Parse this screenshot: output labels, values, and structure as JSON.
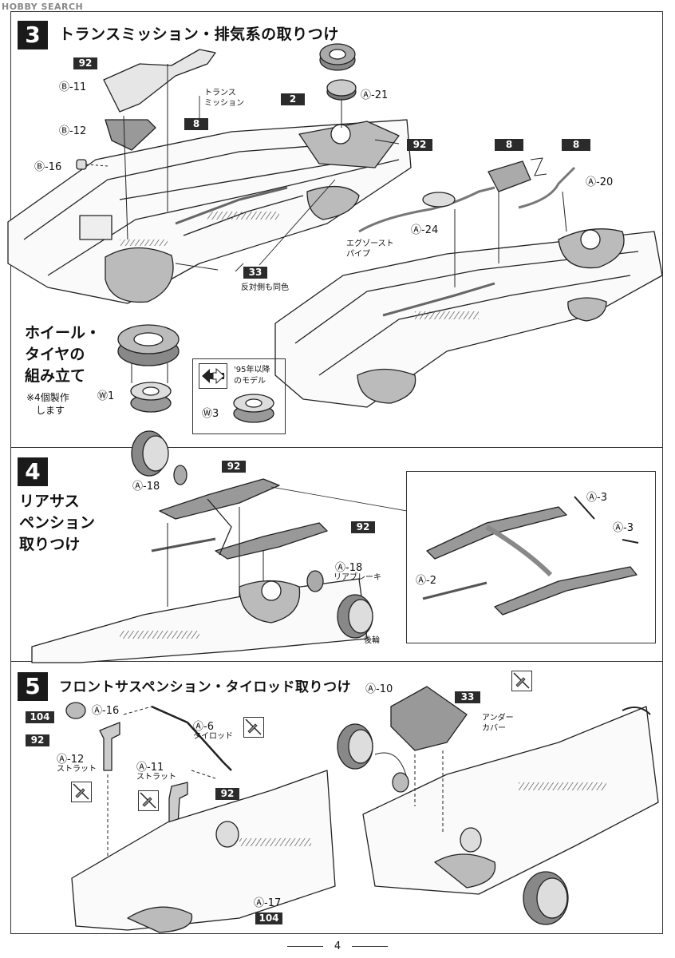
{
  "watermark": "HOBBY SEARCH",
  "page_number": "4",
  "step3": {
    "number": "3",
    "title": "トランスミッション・排気系の取りつけ",
    "badges": [
      "92",
      "8",
      "2",
      "92",
      "8",
      "8",
      "33"
    ],
    "parts": [
      "Ⓑ-11",
      "Ⓑ-12",
      "Ⓑ-16",
      "Ⓐ-21",
      "Ⓐ-20",
      "Ⓐ-24"
    ],
    "trans_label_1": "トランス",
    "trans_label_2": "ミッション",
    "exhaust_label_1": "エグゾースト",
    "exhaust_label_2": "パイプ",
    "opposite_note": "反対側も同色"
  },
  "wheel": {
    "title_1": "ホイール・",
    "title_2": "タイヤの",
    "title_3": "組み立て",
    "note_1": "※4個製作",
    "note_2": "します",
    "part_w1": "Ⓦ1",
    "part_w3": "Ⓦ3",
    "model_note_1": "'95年以降",
    "model_note_2": "のモデル"
  },
  "step4": {
    "number": "4",
    "title_1": "リアサス",
    "title_2": "ペンション",
    "title_3": "取りつけ",
    "badges": [
      "92",
      "92"
    ],
    "parts": [
      "Ⓐ-18",
      "Ⓐ-18",
      "Ⓐ-3",
      "Ⓐ-3",
      "Ⓐ-2"
    ],
    "rear_brake": "リアブレーキ",
    "rear_wheel": "後輪"
  },
  "step5": {
    "number": "5",
    "title": "フロントサスペンション・タイロッド取りつけ",
    "badges": [
      "104",
      "92",
      "92",
      "104",
      "33"
    ],
    "parts": [
      "Ⓐ-16",
      "Ⓐ-12",
      "Ⓐ-6",
      "Ⓐ-11",
      "Ⓐ-17",
      "Ⓐ-10"
    ],
    "strut_a": "ストラット",
    "strut_b": "ストラット",
    "tierod": "タイロッド",
    "undercover_1": "アンダー",
    "undercover_2": "カバー"
  }
}
